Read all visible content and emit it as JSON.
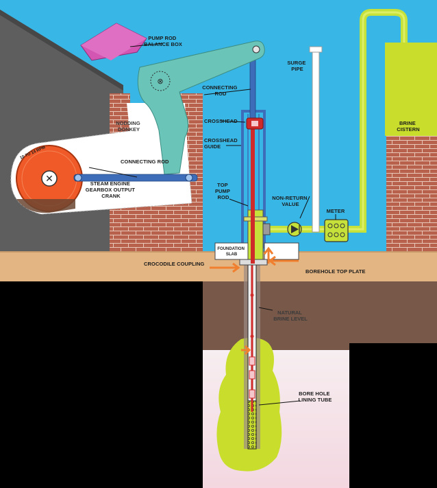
{
  "labels": {
    "pump_rod_balance_box": [
      "PUMP ROD",
      "BALANCE BOX"
    ],
    "connecting_rod_top": [
      "CONNECTING",
      "ROD"
    ],
    "surge_pipe": [
      "SURGE",
      "PIPE"
    ],
    "brine_cistern": [
      "BRINE",
      "CISTERN"
    ],
    "crosshead": "CROSSHEAD",
    "crosshead_guide": [
      "CROSSHEAD",
      "GUIDE"
    ],
    "nodding_donkey": [
      "NODDING",
      "DONKEY"
    ],
    "rpm": "10 TO 14 RPM",
    "connecting_rod": "CONNECTING ROD",
    "steam_engine": [
      "STEAM ENGINE",
      "GEARBOX OUTPUT",
      "CRANK"
    ],
    "top_pump_rod": [
      "TOP",
      "PUMP",
      "ROD"
    ],
    "non_return_valve": [
      "NON-RETURN",
      "VALUE"
    ],
    "meter": "METER",
    "foundation_slab": [
      "FOUNDATION",
      "SLAB"
    ],
    "crocodile_coupling": "CROCODILE COUPLING",
    "borehole_top_plate": "BOREHOLE TOP PLATE",
    "natural_brine_level": [
      "NATURAL",
      "BRINE LEVEL"
    ],
    "bore_hole_lining_tube": [
      "BORE HOLE",
      "LINING TUBE"
    ]
  },
  "colors": {
    "sky": "#38b6e6",
    "ground": "#e3b583",
    "underground": "#785849",
    "brine": "#c8dd2c",
    "pipe": "#c6e23a",
    "brick": "#b8614d",
    "wall": "#5e5e5e",
    "beam": "#6bc4b8",
    "balance_box": "#d356b3",
    "flywheel": "#ef5a28",
    "rod_blue": "#3d6cb8",
    "rod_red": "#cf2b2a",
    "arrow": "#f07f2f"
  }
}
